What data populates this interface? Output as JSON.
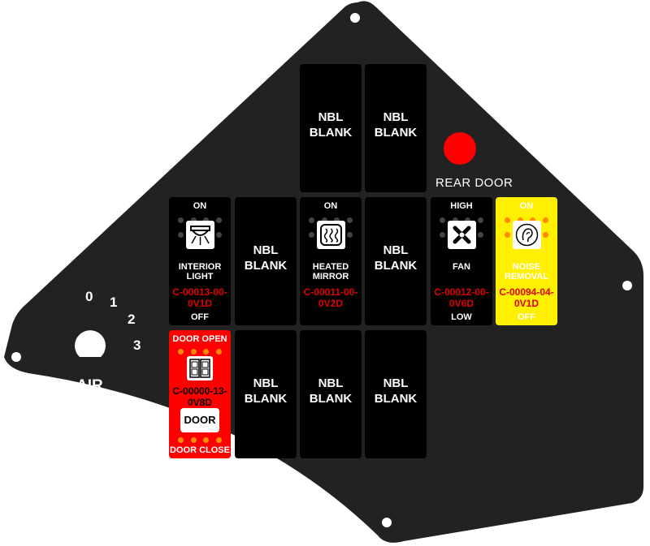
{
  "panel": {
    "color": "#222222",
    "knob_positions": [
      "0",
      "1",
      "2",
      "3"
    ],
    "air_label": "AIR",
    "rear_door_label": "REAR DOOR",
    "rear_door_color": "#ff0000"
  },
  "switches": {
    "blank_1": {
      "label": "NBL\nBLANK"
    },
    "blank_2": {
      "label": "NBL\nBLANK"
    },
    "blank_3": {
      "label": "NBL\nBLANK"
    },
    "blank_4": {
      "label": "NBL\nBLANK"
    },
    "blank_5": {
      "label": "NBL\nBLANK"
    },
    "blank_6": {
      "label": "NBL\nBLANK"
    },
    "blank_7": {
      "label": "NBL\nBLANK"
    },
    "interior_light": {
      "top": "ON",
      "label": "INTERIOR\nLIGHT",
      "code": "C-00013-00-\n0V1D",
      "bottom": "OFF",
      "icon": "interior-light-icon"
    },
    "heated_mirror": {
      "top": "ON",
      "label": "HEATED\nMIRROR",
      "code": "C-00011-00-\n0V2D",
      "bottom": "",
      "icon": "heated-mirror-icon"
    },
    "fan": {
      "top": "HIGH",
      "label": "FAN",
      "code": "C-00012-00-\n0V6D",
      "bottom": "LOW",
      "icon": "fan-icon"
    },
    "noise_removal": {
      "top": "ON",
      "label": "NOISE\nREMOVAL",
      "code": "C-00094-04-\n0V1D",
      "bottom": "OFF",
      "icon": "ear-icon",
      "color": "#ffef00"
    },
    "door": {
      "top": "DOOR OPEN",
      "code": "C-00000-13-\n0V8D",
      "button": "DOOR",
      "bottom": "DOOR CLOSE",
      "icon": "door-icon",
      "color": "#ff0000"
    }
  }
}
